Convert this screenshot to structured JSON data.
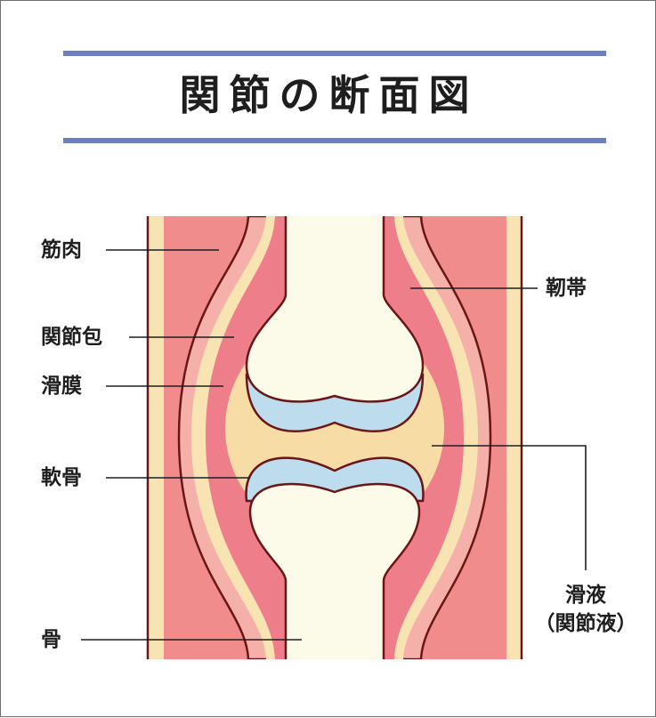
{
  "title": "関節の断面図",
  "labels": {
    "muscle": "筋肉",
    "joint_capsule": "関節包",
    "synovial_membrane": "滑膜",
    "cartilage": "軟骨",
    "bone": "骨",
    "ligament": "靭帯",
    "synovial_fluid": "滑液",
    "synovial_fluid_alt": "（関節液）"
  },
  "colors": {
    "rule": "#6b7fbf",
    "muscle": "#f08c8c",
    "ligament": "#f6b0aa",
    "capsule": "#f8e3b2",
    "synovium": "#ee7f8a",
    "fluid": "#f8dca5",
    "cartilage": "#bddcee",
    "bone": "#fcfbea",
    "outline": "#6a1616"
  }
}
